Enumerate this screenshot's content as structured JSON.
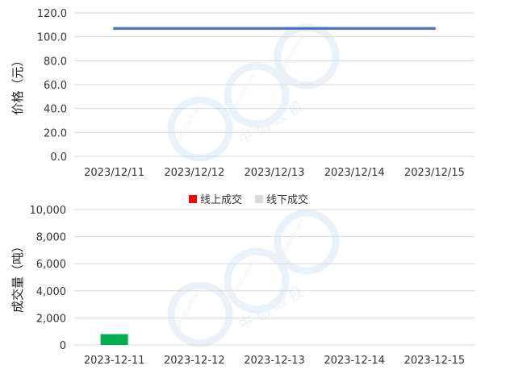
{
  "chart_data": [
    {
      "type": "line",
      "title": "",
      "xlabel": "",
      "ylabel": "价格（元）",
      "categories": [
        "2023/12/11",
        "2023/12/12",
        "2023/12/13",
        "2023/12/14",
        "2023/12/15"
      ],
      "series": [
        {
          "values": [
            107.0,
            107.0,
            107.0,
            107.0,
            107.0
          ],
          "color": "#4472C4"
        }
      ],
      "ylim": [
        0,
        120
      ],
      "yticks": [
        "0.0",
        "20.0",
        "40.0",
        "60.0",
        "80.0",
        "100.0",
        "120.0"
      ],
      "grid": true
    },
    {
      "type": "bar",
      "title": "",
      "xlabel": "",
      "ylabel": "成交量（吨）",
      "categories": [
        "2023-12-11",
        "2023-12-12",
        "2023-12-13",
        "2023-12-14",
        "2023-12-15"
      ],
      "legend_position": "top-center",
      "series": [
        {
          "name": "线上成交",
          "values": [
            800,
            0,
            0,
            0,
            0
          ],
          "color": "#00B050",
          "legend_color": "#FF0000"
        },
        {
          "name": "线下成交",
          "values": [
            0,
            0,
            0,
            0,
            0
          ],
          "color": "#D9D9D9"
        }
      ],
      "ylim": [
        0,
        10000
      ],
      "yticks": [
        "0",
        "2,000",
        "4,000",
        "6,000",
        "8,000",
        "10,000"
      ],
      "grid": true
    }
  ],
  "watermark": {
    "brand_en": "SinoCarbon",
    "words": [
      "Innovation",
      "Investment"
    ],
    "brand_cn": "中 创 碳 投"
  }
}
